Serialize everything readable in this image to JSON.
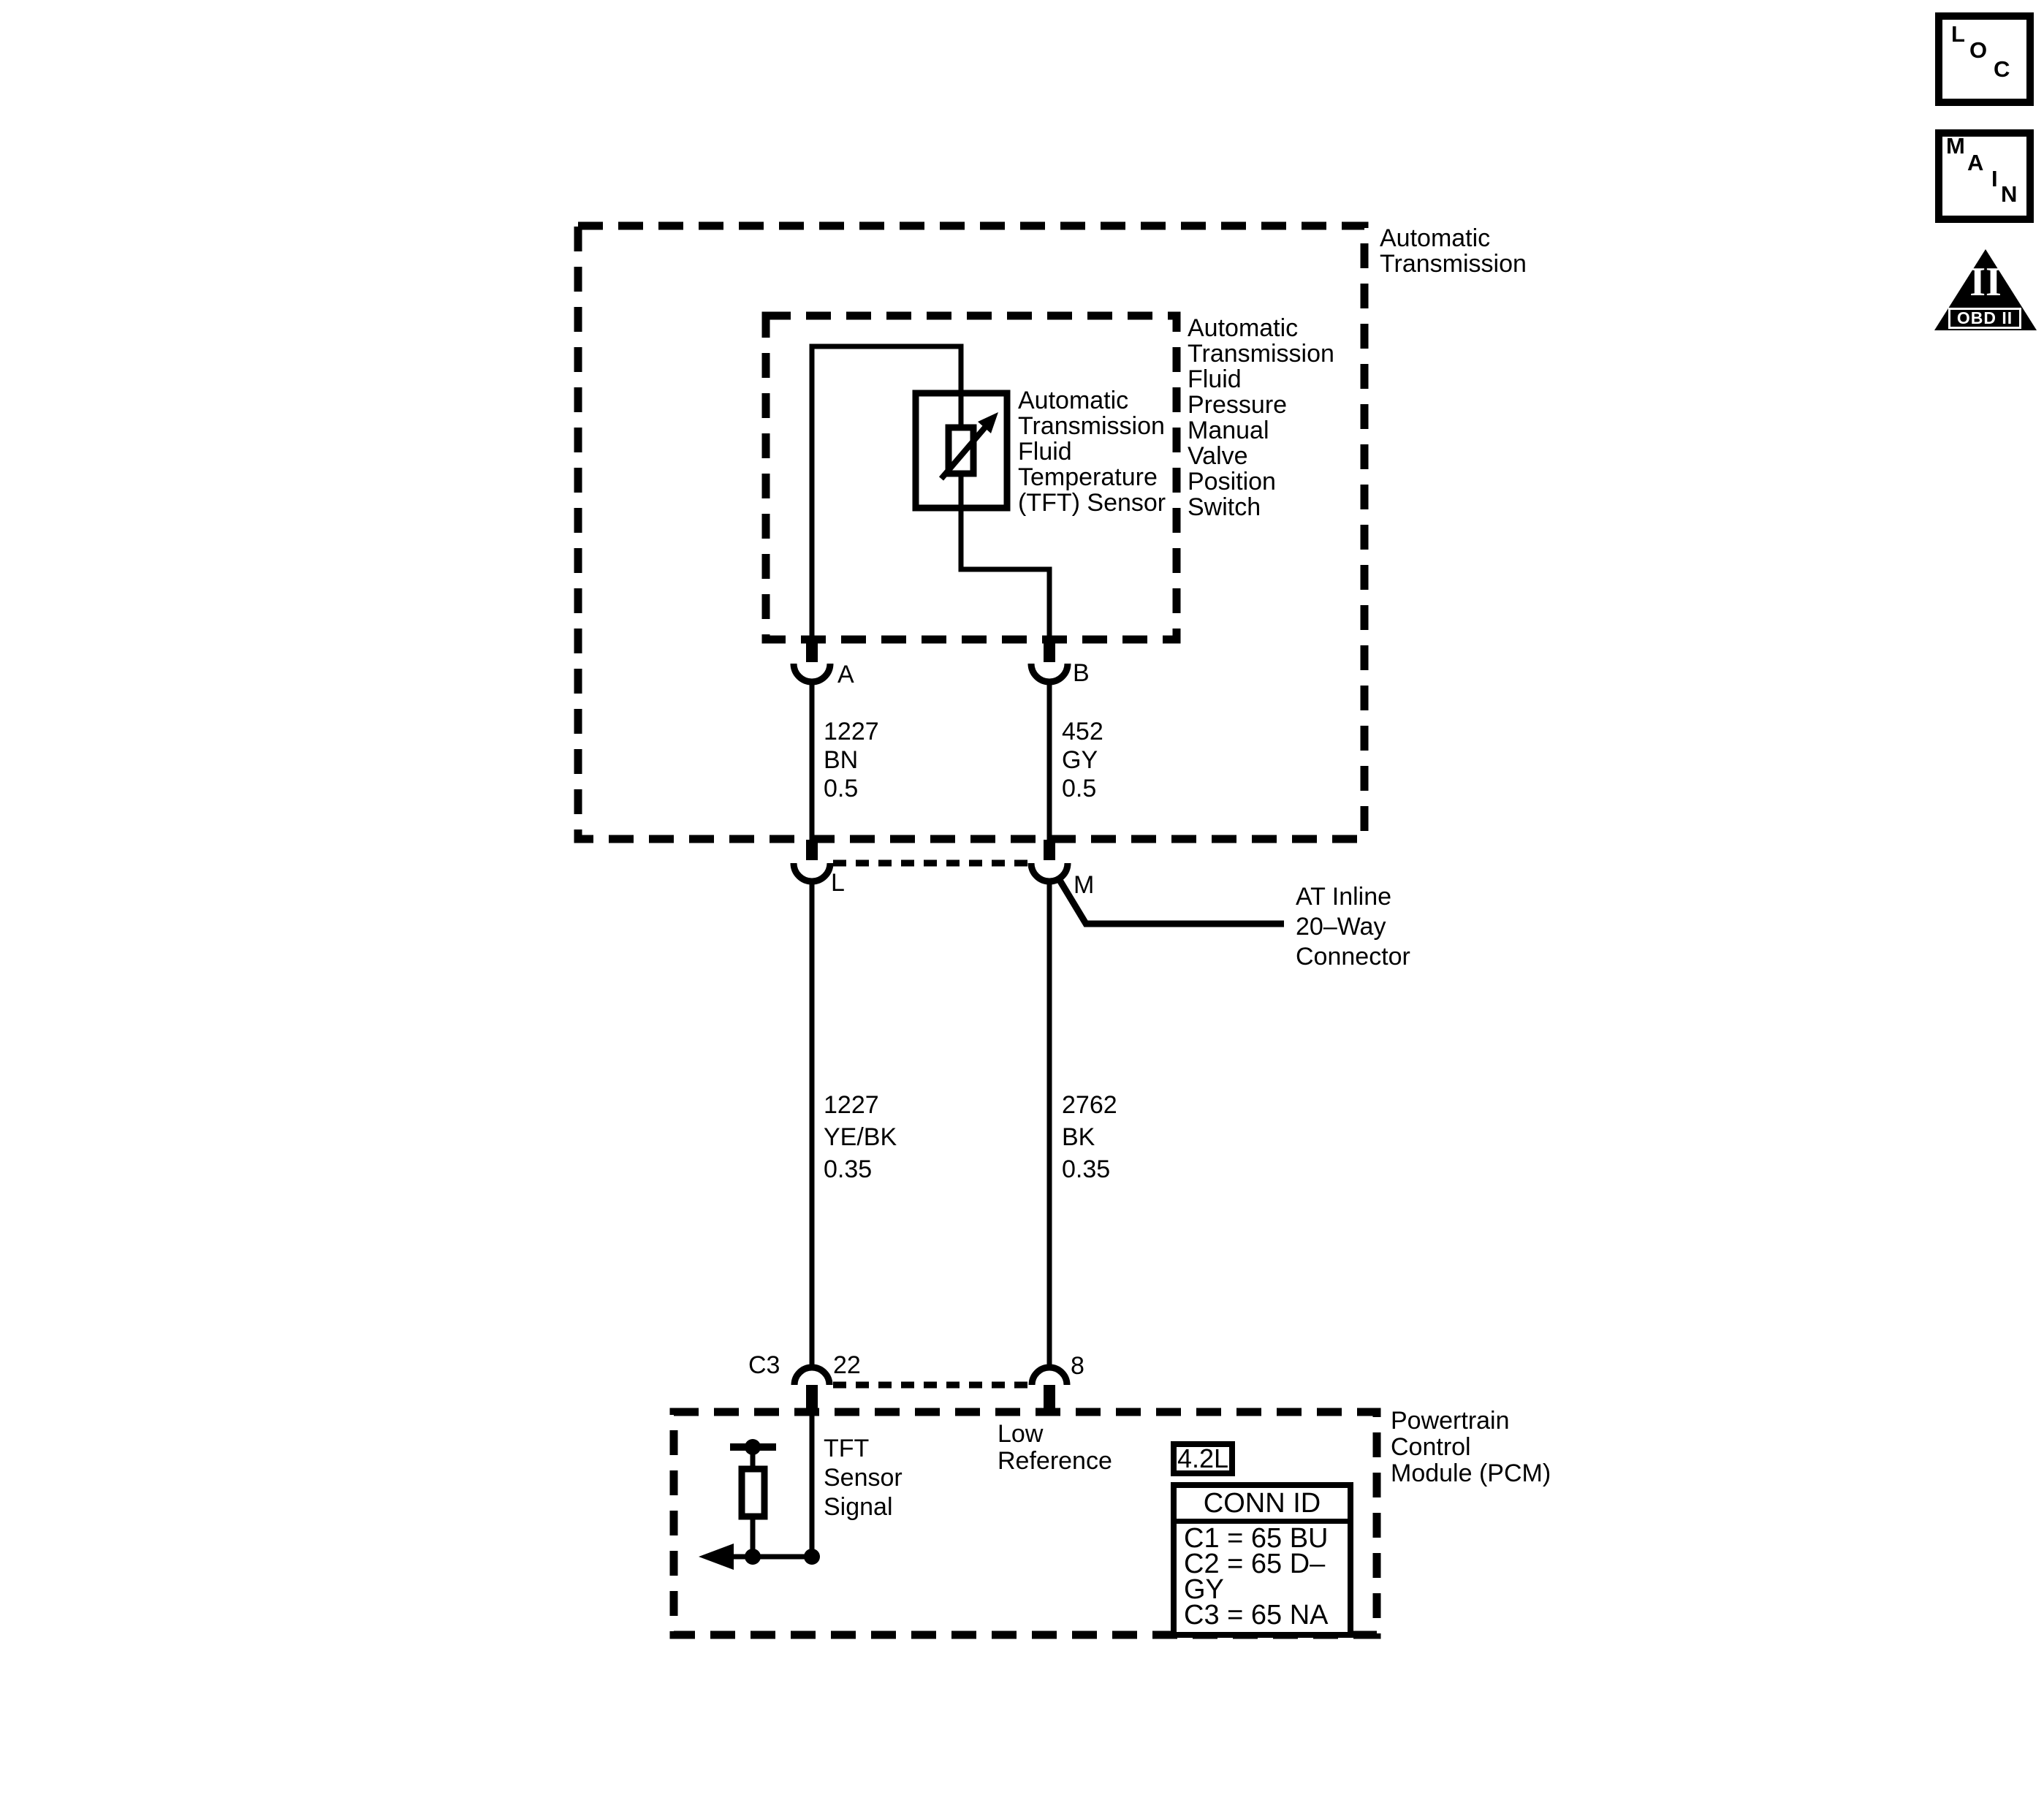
{
  "page": {
    "paper": "#ffffff",
    "ink": "#000000"
  },
  "icons": {
    "loc": {
      "letters": [
        "L",
        "O",
        "C"
      ]
    },
    "main": {
      "letters": [
        "M",
        "A",
        "I",
        "N"
      ]
    },
    "obd2": {
      "numeral": "II",
      "label": "OBD II"
    }
  },
  "boxes": {
    "automatic_transmission": [
      "Automatic",
      "Transmission"
    ],
    "pressure_switch": [
      "Automatic",
      "Transmission",
      "Fluid",
      "Pressure",
      "Manual",
      "Valve",
      "Position",
      "Switch"
    ],
    "tft_sensor": [
      "Automatic",
      "Transmission",
      "Fluid",
      "Temperature",
      "(TFT) Sensor"
    ],
    "at_inline_connector": [
      "AT Inline",
      "20–Way",
      "Connector"
    ],
    "pcm": [
      "Powertrain",
      "Control",
      "Module (PCM)"
    ]
  },
  "terminals": {
    "a": "A",
    "b": "B",
    "l": "L",
    "m": "M",
    "pcm_connector": "C3",
    "pin22": "22",
    "pin8": "8"
  },
  "wires": {
    "sensor_signal_upper": [
      "1227",
      "BN",
      "0.5"
    ],
    "low_reference_upper": [
      "452",
      "GY",
      "0.5"
    ],
    "sensor_signal_lower": [
      "1227",
      "YE/BK",
      "0.35"
    ],
    "low_reference_lower": [
      "2762",
      "BK",
      "0.35"
    ]
  },
  "pcm_internal": {
    "tft_signal": [
      "TFT",
      "Sensor",
      "Signal"
    ],
    "low_reference": [
      "Low",
      "Reference"
    ],
    "engine_variant": "4.2L",
    "conn_id_table": {
      "header": "CONN ID",
      "rows": [
        "C1 = 65 BU",
        "C2 = 65 D–GY",
        "C3 = 65 NA"
      ]
    }
  }
}
